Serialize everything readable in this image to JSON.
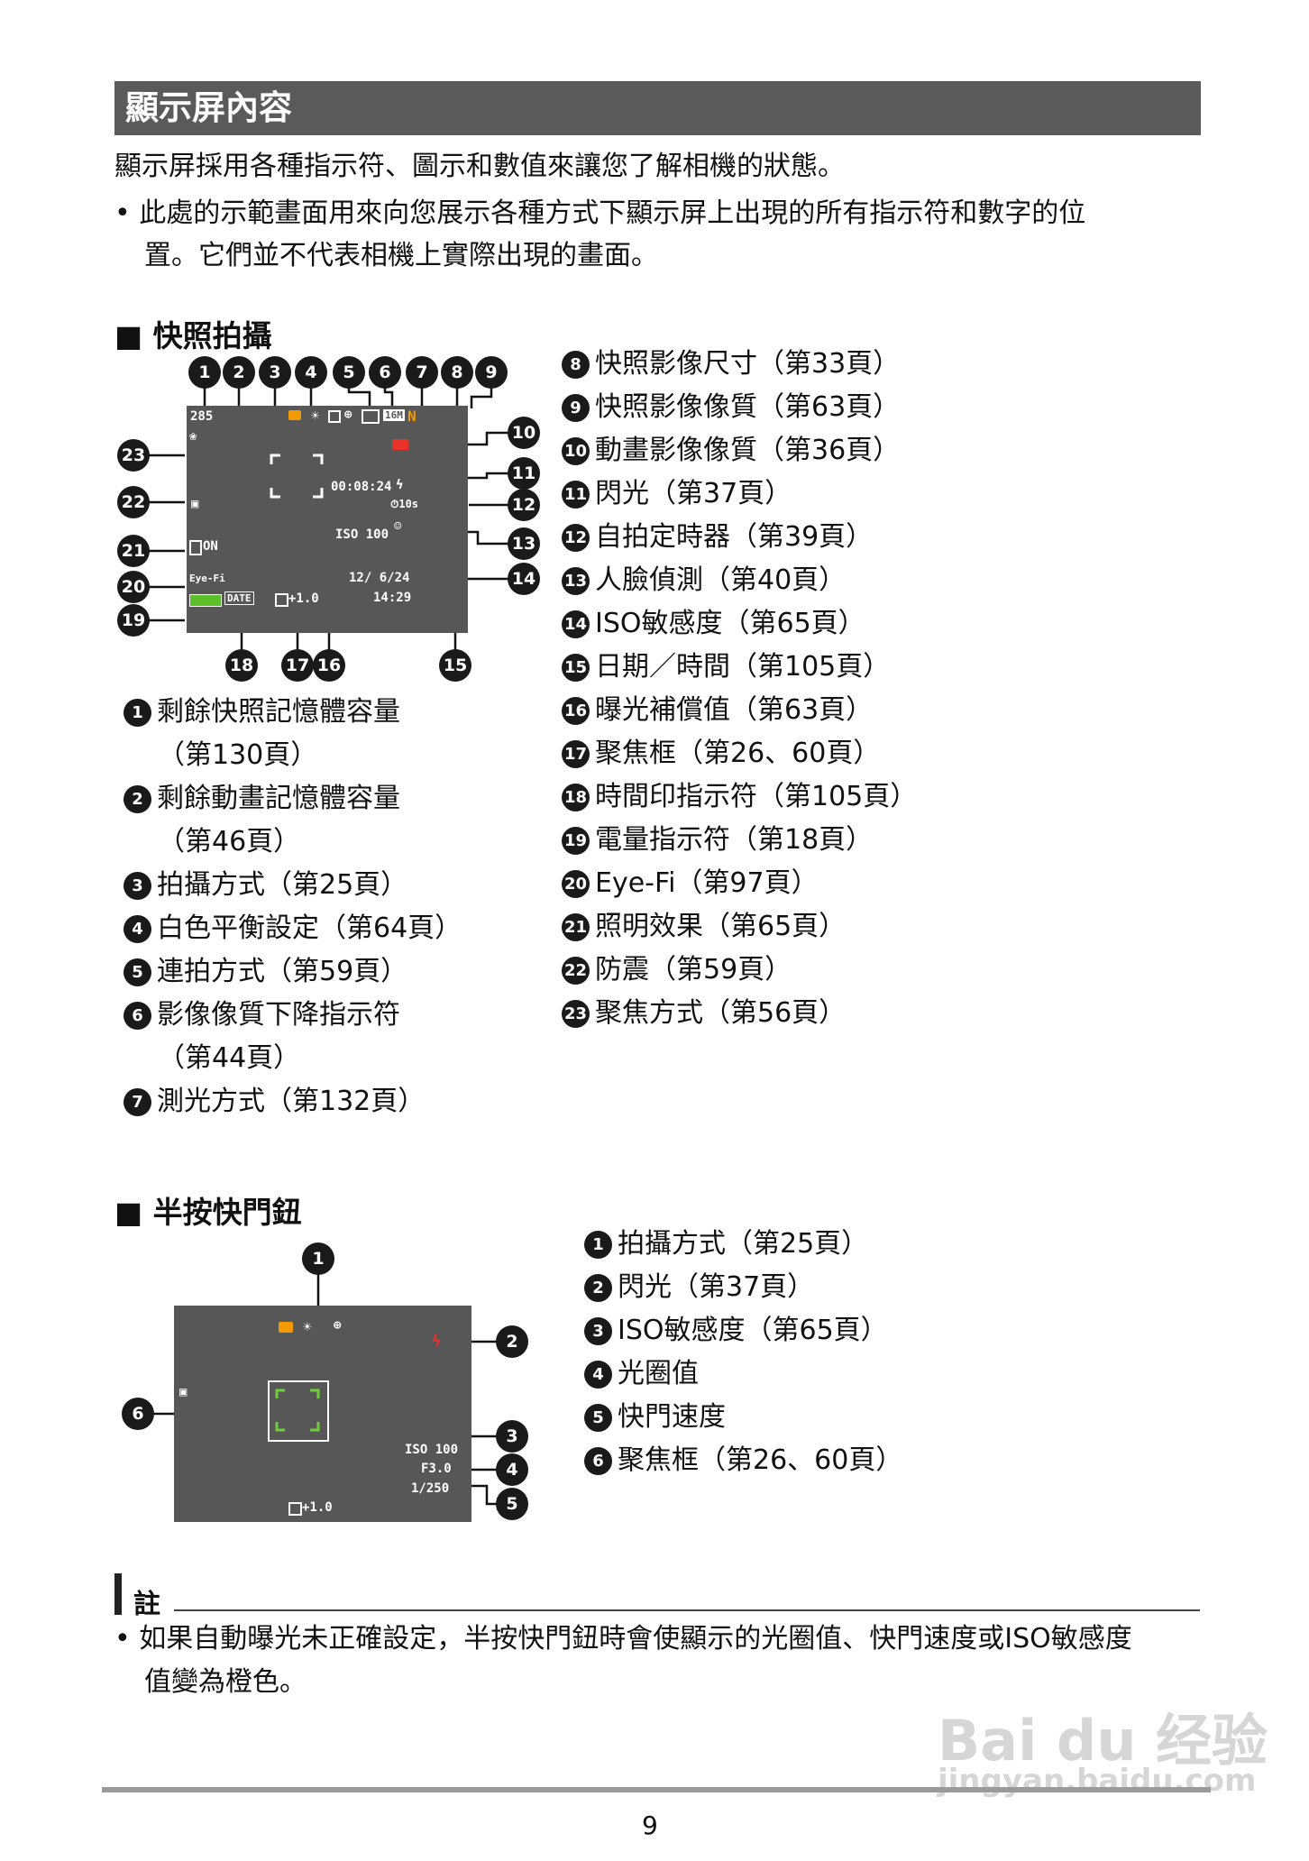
{
  "header": {
    "title": "顯示屏內容"
  },
  "intro": {
    "text": "顯示屏採用各種指示符、圖示和數值來讓您了解相機的狀態。",
    "bullet_line1": "•  此處的示範畫面用來向您展示各種方式下顯示屏上出現的所有指示符和數字的位",
    "bullet_line2": "置。它們並不代表相機上實際出現的畫面。"
  },
  "section1": {
    "heading": "■ 快照拍攝",
    "screen": {
      "remaining_shots": "285",
      "movie_time": "00:08:24",
      "self_timer": "⏱10s",
      "iso": "ISO 100",
      "date": "12/ 6/24",
      "time": "14:29",
      "exposure": "+1.0",
      "eyefi": "Eye-Fi",
      "lighting": "ON",
      "date_stamp": "DATE",
      "size": "16M",
      "quality": "N"
    },
    "left_items": [
      {
        "num": "1",
        "label": "剩餘快照記憶體容量"
      },
      {
        "num": "",
        "label": "（第130頁）"
      },
      {
        "num": "2",
        "label": "剩餘動畫記憶體容量"
      },
      {
        "num": "",
        "label": "（第46頁）"
      },
      {
        "num": "3",
        "label": "拍攝方式（第25頁）"
      },
      {
        "num": "4",
        "label": "白色平衡設定（第64頁）"
      },
      {
        "num": "5",
        "label": "連拍方式（第59頁）"
      },
      {
        "num": "6",
        "label": "影像像質下降指示符"
      },
      {
        "num": "",
        "label": "（第44頁）"
      },
      {
        "num": "7",
        "label": "測光方式（第132頁）"
      }
    ],
    "right_items": [
      {
        "num": "8",
        "label": "快照影像尺寸（第33頁）"
      },
      {
        "num": "9",
        "label": "快照影像像質（第63頁）"
      },
      {
        "num": "10",
        "label": "動畫影像像質（第36頁）"
      },
      {
        "num": "11",
        "label": "閃光（第37頁）"
      },
      {
        "num": "12",
        "label": "自拍定時器（第39頁）"
      },
      {
        "num": "13",
        "label": "人臉偵測（第40頁）"
      },
      {
        "num": "14",
        "label": "ISO敏感度（第65頁）"
      },
      {
        "num": "15",
        "label": "日期／時間（第105頁）"
      },
      {
        "num": "16",
        "label": "曝光補償值（第63頁）"
      },
      {
        "num": "17",
        "label": "聚焦框（第26、60頁）"
      },
      {
        "num": "18",
        "label": "時間印指示符（第105頁）"
      },
      {
        "num": "19",
        "label": "電量指示符（第18頁）"
      },
      {
        "num": "20",
        "label": "Eye-Fi（第97頁）"
      },
      {
        "num": "21",
        "label": "照明效果（第65頁）"
      },
      {
        "num": "22",
        "label": "防震（第59頁）"
      },
      {
        "num": "23",
        "label": "聚焦方式（第56頁）"
      }
    ]
  },
  "section2": {
    "heading": "■ 半按快門鈕",
    "screen": {
      "iso": "ISO 100",
      "aperture": "F3.0",
      "shutter": "1/250",
      "exposure": "+1.0"
    },
    "items": [
      {
        "num": "1",
        "label": "拍攝方式（第25頁）"
      },
      {
        "num": "2",
        "label": "閃光（第37頁）"
      },
      {
        "num": "3",
        "label": "ISO敏感度（第65頁）"
      },
      {
        "num": "4",
        "label": "光圈值"
      },
      {
        "num": "5",
        "label": "快門速度"
      },
      {
        "num": "6",
        "label": "聚焦框（第26、60頁）"
      }
    ]
  },
  "note": {
    "heading": "註",
    "line1": "•  如果自動曝光未正確設定，半按快門鈕時會使顯示的光圈值、快門速度或ISO敏感度",
    "line2": "值變為橙色。"
  },
  "footer": {
    "page_number": "9"
  },
  "watermark": {
    "brand": "Bai du 经验",
    "url": "jingyan.baidu.com"
  }
}
